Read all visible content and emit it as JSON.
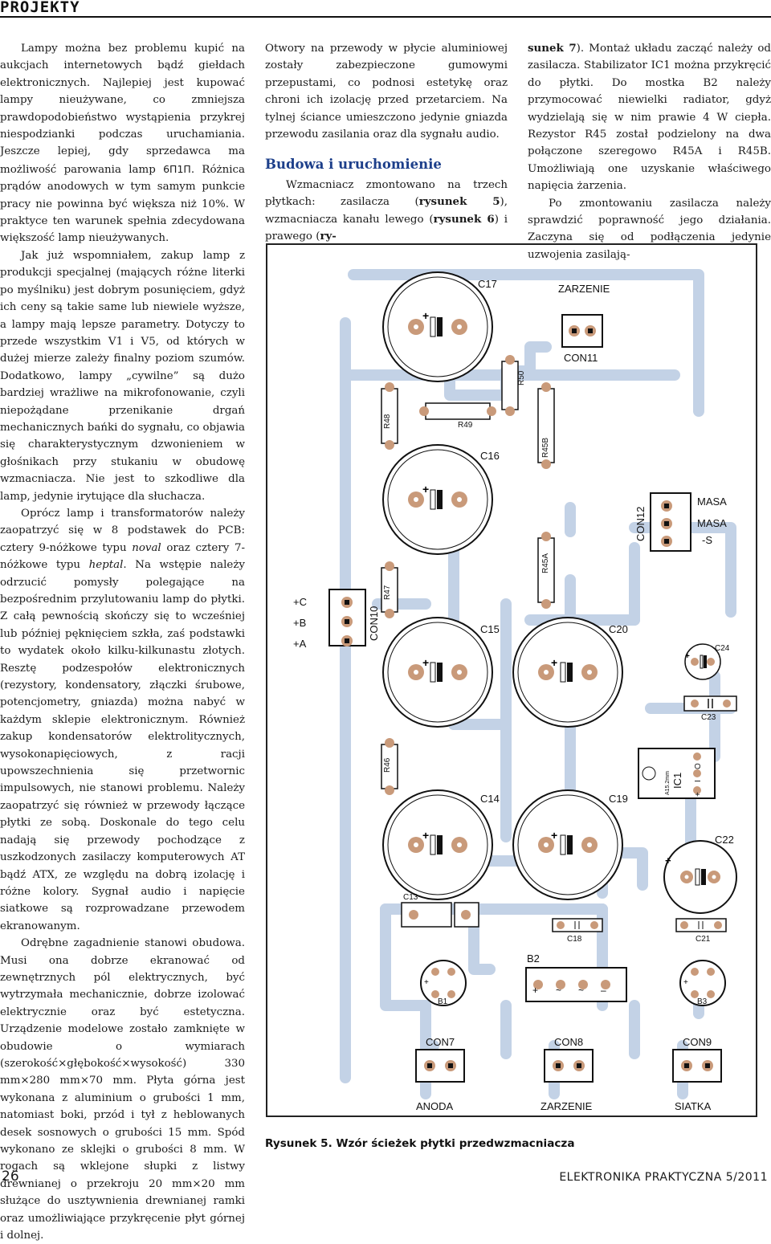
{
  "header": {
    "section": "PROJEKTY"
  },
  "col1": {
    "p1a": "Lampy można bez problemu kupić na aukcjach internetowych bądź giełdach elektronicznych. Najlepiej jest kupować lampy nieużywane, co zmniejsza prawdopodobieństwo wystąpienia przykrej niespodzianki podczas uruchamiania. Jeszcze lepiej, gdy sprzedawca ma możliwość parowania lamp ",
    "p1tube": "6П1П",
    "p1b": ". Różnica prądów anodowych w tym samym punkcie pracy nie powinna być większa niż 10%. W praktyce ten warunek spełnia zdecydowana większość lamp nieużywanych.",
    "p2": "Jak już wspomniałem, zakup lamp z produkcji specjalnej (mających różne literki po myślniku) jest dobrym posunięciem, gdyż ich ceny są takie same lub niewiele wyższe, a lampy mają lepsze parametry. Dotyczy to przede wszystkim V1 i V5, od których w dużej mierze zależy finalny poziom szumów. Dodatkowo, lampy „cywilne” są dużo bardziej wrażliwe na mikrofonowanie, czyli niepożądane przenikanie drgań mechanicznych bańki do sygnału, co objawia się charakterystycznym dzwonieniem w głośnikach przy stukaniu w obudowę wzmacniacza. Nie jest to szkodliwe dla lamp, jedynie irytujące dla słuchacza.",
    "p3a": "Oprócz lamp i transformatorów należy zaopatrzyć się w 8 podstawek do PCB: cztery 9-nóżkowe typu ",
    "p3noval": "noval",
    "p3b": " oraz cztery 7-nóżkowe typu ",
    "p3heptal": "heptal",
    "p3c": ". Na wstępie należy odrzucić pomysły polegające na bezpośrednim przylutowaniu lamp do płytki. Z całą pewnością skończy się to wcześniej lub później pęknięciem szkła, zaś podstawki to wydatek około kilku-kilkunastu złotych. Resztę podzespołów elektronicznych (rezystory, kondensatory, złączki śrubowe, potencjometry, gniazda) można nabyć w każdym sklepie elektronicznym. Również zakup kondensatorów elektrolitycznych, wysokonapięciowych, z racji upowszechnienia się przetwornic impulsowych, nie stanowi problemu. Należy zaopatrzyć się również w przewody łączące płytki ze sobą. Doskonale do tego celu nadają się przewody pochodzące z uszkodzonych zasilaczy komputerowych AT bądź ATX, ze względu na dobrą izolację i różne kolory. Sygnał audio i napięcie siatkowe są rozprowadzane przewodem ekranowanym.",
    "p4": "Odrębne zagadnienie stanowi obudowa. Musi ona dobrze ekranować od zewnętrznych pól elektrycznych, być wytrzymała mechanicznie, dobrze izolować elektrycznie oraz być estetyczna. Urządzenie modelowe zostało zamknięte w obudowie o wymiarach (szerokość×głębokość×wysokość) 330 mm×280 mm×70 mm. Płyta górna jest wykonana z aluminium o grubości 1 mm, natomiast boki, przód i tył z heblowanych desek sosnowych o grubości 15 mm. Spód wykonano ze sklejki o grubości 8 mm. W rogach są wklejone słupki z listwy drewnianej o przekroju 20 mm×20 mm służące do usztywnienia drewnianej ramki oraz umożliwiające przykręcenie płyt górnej i dolnej."
  },
  "col2": {
    "p1": "Otwory na przewody w płycie aluminiowej zostały zabezpieczone gumowymi przepustami, co podnosi estetykę oraz chroni ich izolację przed przetarciem. Na tylnej ściance umieszczono jedynie gniazda przewodu zasilania oraz dla sygnału audio.",
    "heading": "Budowa i uruchomienie",
    "p2a": "Wzmacniacz zmontowano na trzech płytkach: zasilacza (",
    "p2r5": "rysunek 5",
    "p2b": "), wzmacniacza kanału lewego (",
    "p2r6": "rysunek 6",
    "p2c": ") i prawego (",
    "p2ry": "ry-"
  },
  "col3": {
    "p1a": "sunek 7",
    "p1b": "). Montaż układu zacząć należy od zasilacza. Stabilizator IC1 można przykręcić do płytki. Do mostka B2 należy przymocować niewielki radiator, gdyż wydzielają się w nim prawie 4 W ciepła. Rezystor R45 został podzielony na dwa połączone szeregowo R45A i R45B. Umożliwiają one uzyskanie właściwego napięcia żarzenia.",
    "p2": "Po zmontowaniu zasilacza należy sprawdzić poprawność jego działania. Zaczyna się od podłączenia jedynie uzwojenia zasilają-"
  },
  "figure": {
    "caption": "Rysunek 5. Wzór ścieżek płytki przedwzmacniacza",
    "trace_color": "#c3d2e6",
    "pad_color": "#c99a7a",
    "labels": {
      "c17": "C17",
      "zarzenie_top": "ZARZENIE",
      "con11": "CON11",
      "r50": "R50",
      "r48": "R48",
      "r49": "R49",
      "c16": "C16",
      "r45b": "R45B",
      "masa1": "MASA",
      "masa2": "MASA",
      "minus_s": "-S",
      "con12": "CON12",
      "r45a": "R45A",
      "r47": "R47",
      "plus_c": "+C",
      "plus_b": "+B",
      "plus_a": "+A",
      "con10": "CON10",
      "c15": "C15",
      "c20": "C20",
      "c24": "C24",
      "c23": "C23",
      "r46": "R46",
      "a15": "A15.2mm",
      "ic1": "IC1",
      "c14": "C14",
      "c19": "C19",
      "c22": "C22",
      "c13": "C13",
      "c18": "C18",
      "c21": "C21",
      "b2": "B2",
      "b1": "B1",
      "b3": "B3",
      "con7": "CON7",
      "con8": "CON8",
      "con9": "CON9",
      "anoda": "ANODA",
      "zarzenie_bot": "ZARZENIE",
      "siatka": "SIATKA",
      "ic_o": "O",
      "ic_i": "I",
      "ic_plus": "+"
    }
  },
  "footer": {
    "page": "26",
    "magazine": "ELEKTRONIKA PRAKTYCZNA 5/2011"
  }
}
